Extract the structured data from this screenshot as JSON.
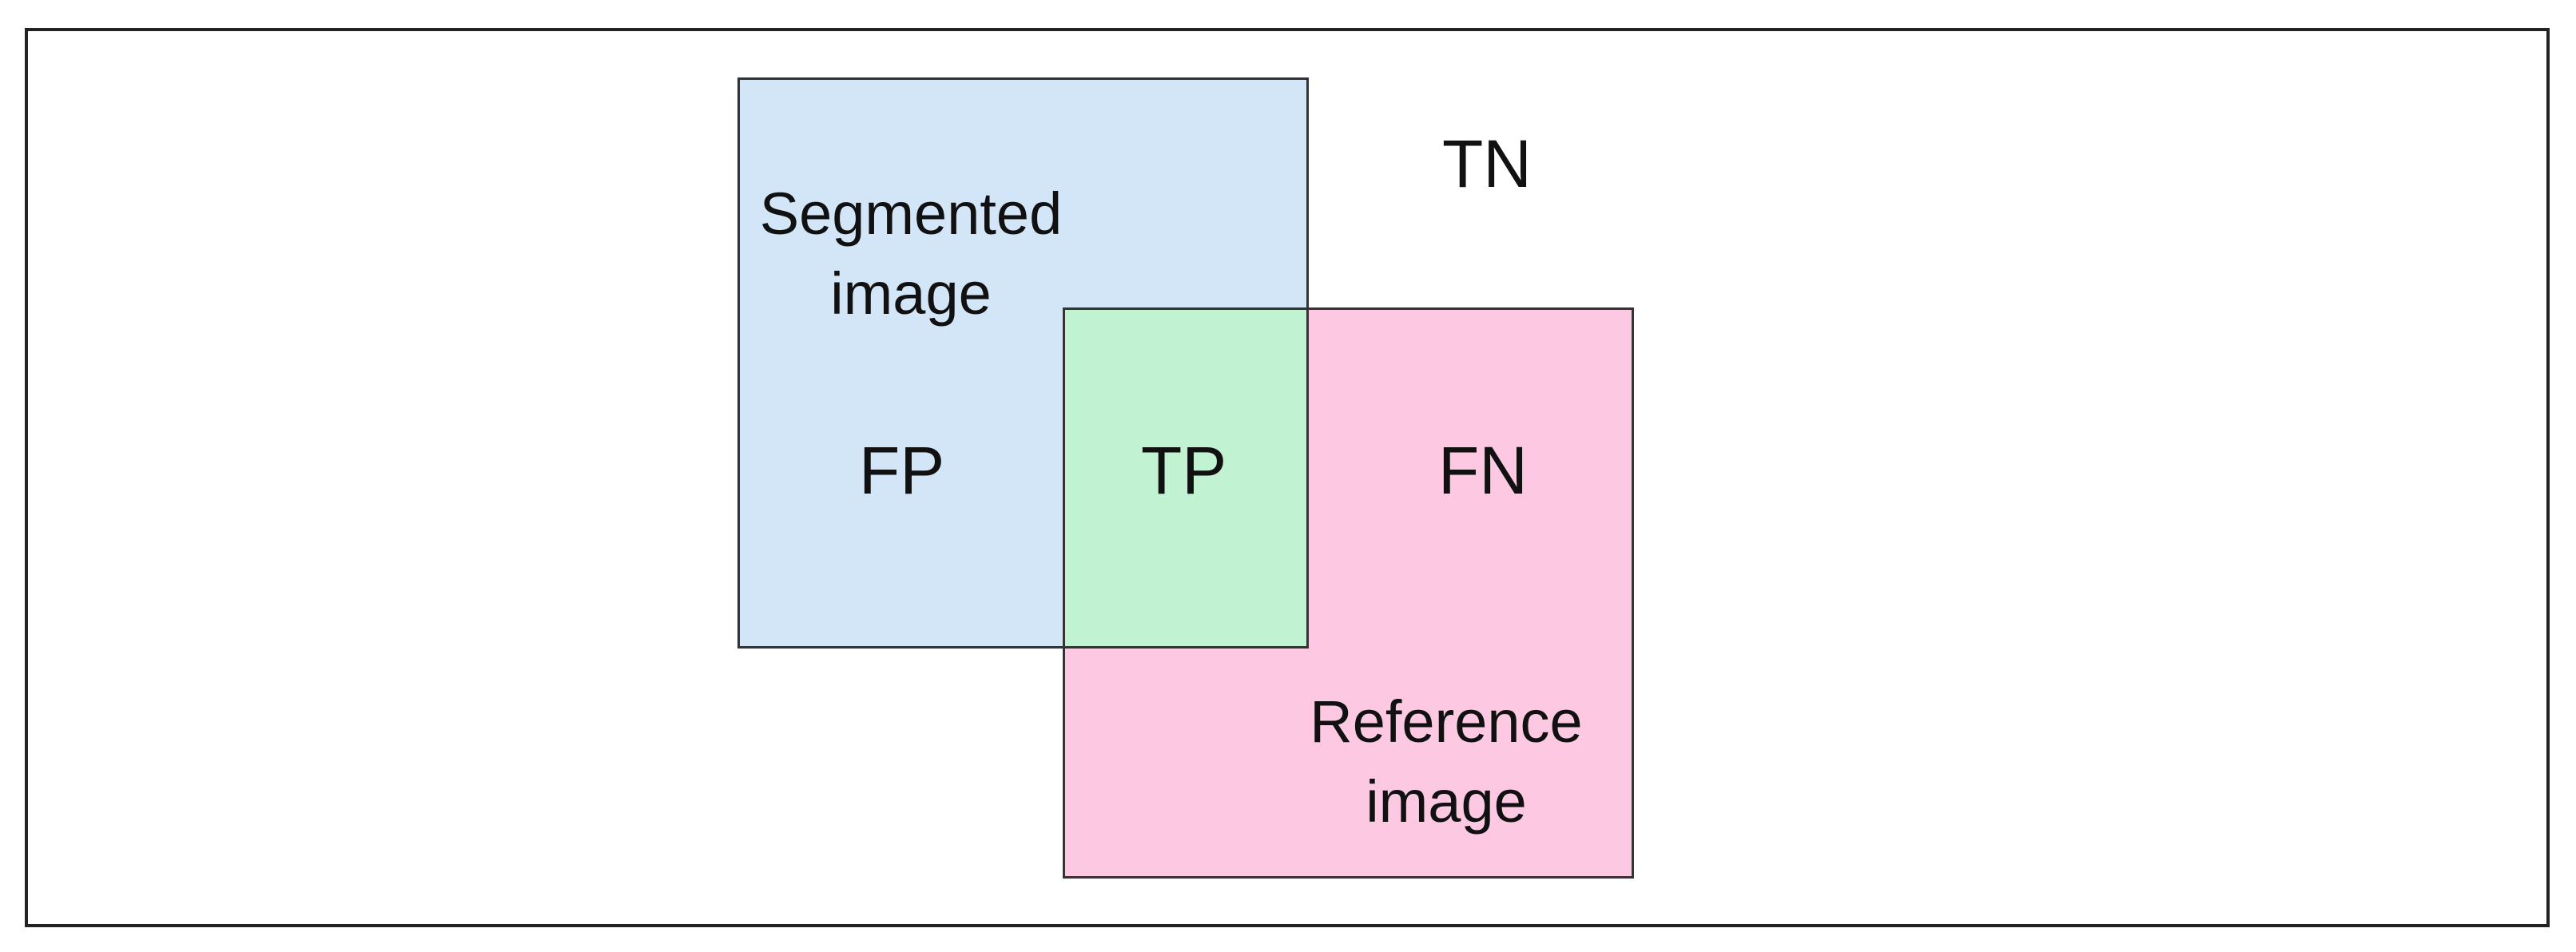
{
  "colors": {
    "segmented_fill": "#d2e6f8",
    "reference_fill": "#fdc9e2",
    "overlap_fill": "#c1f2d1",
    "border": "#333333",
    "text": "#111111"
  },
  "diagram": {
    "tn_label": "TN",
    "fp_label": "FP",
    "tp_label": "TP",
    "fn_label": "FN",
    "segmented": {
      "line1": "Segmented",
      "line2": "image"
    },
    "reference": {
      "line1": "Reference",
      "line2": "image"
    }
  }
}
